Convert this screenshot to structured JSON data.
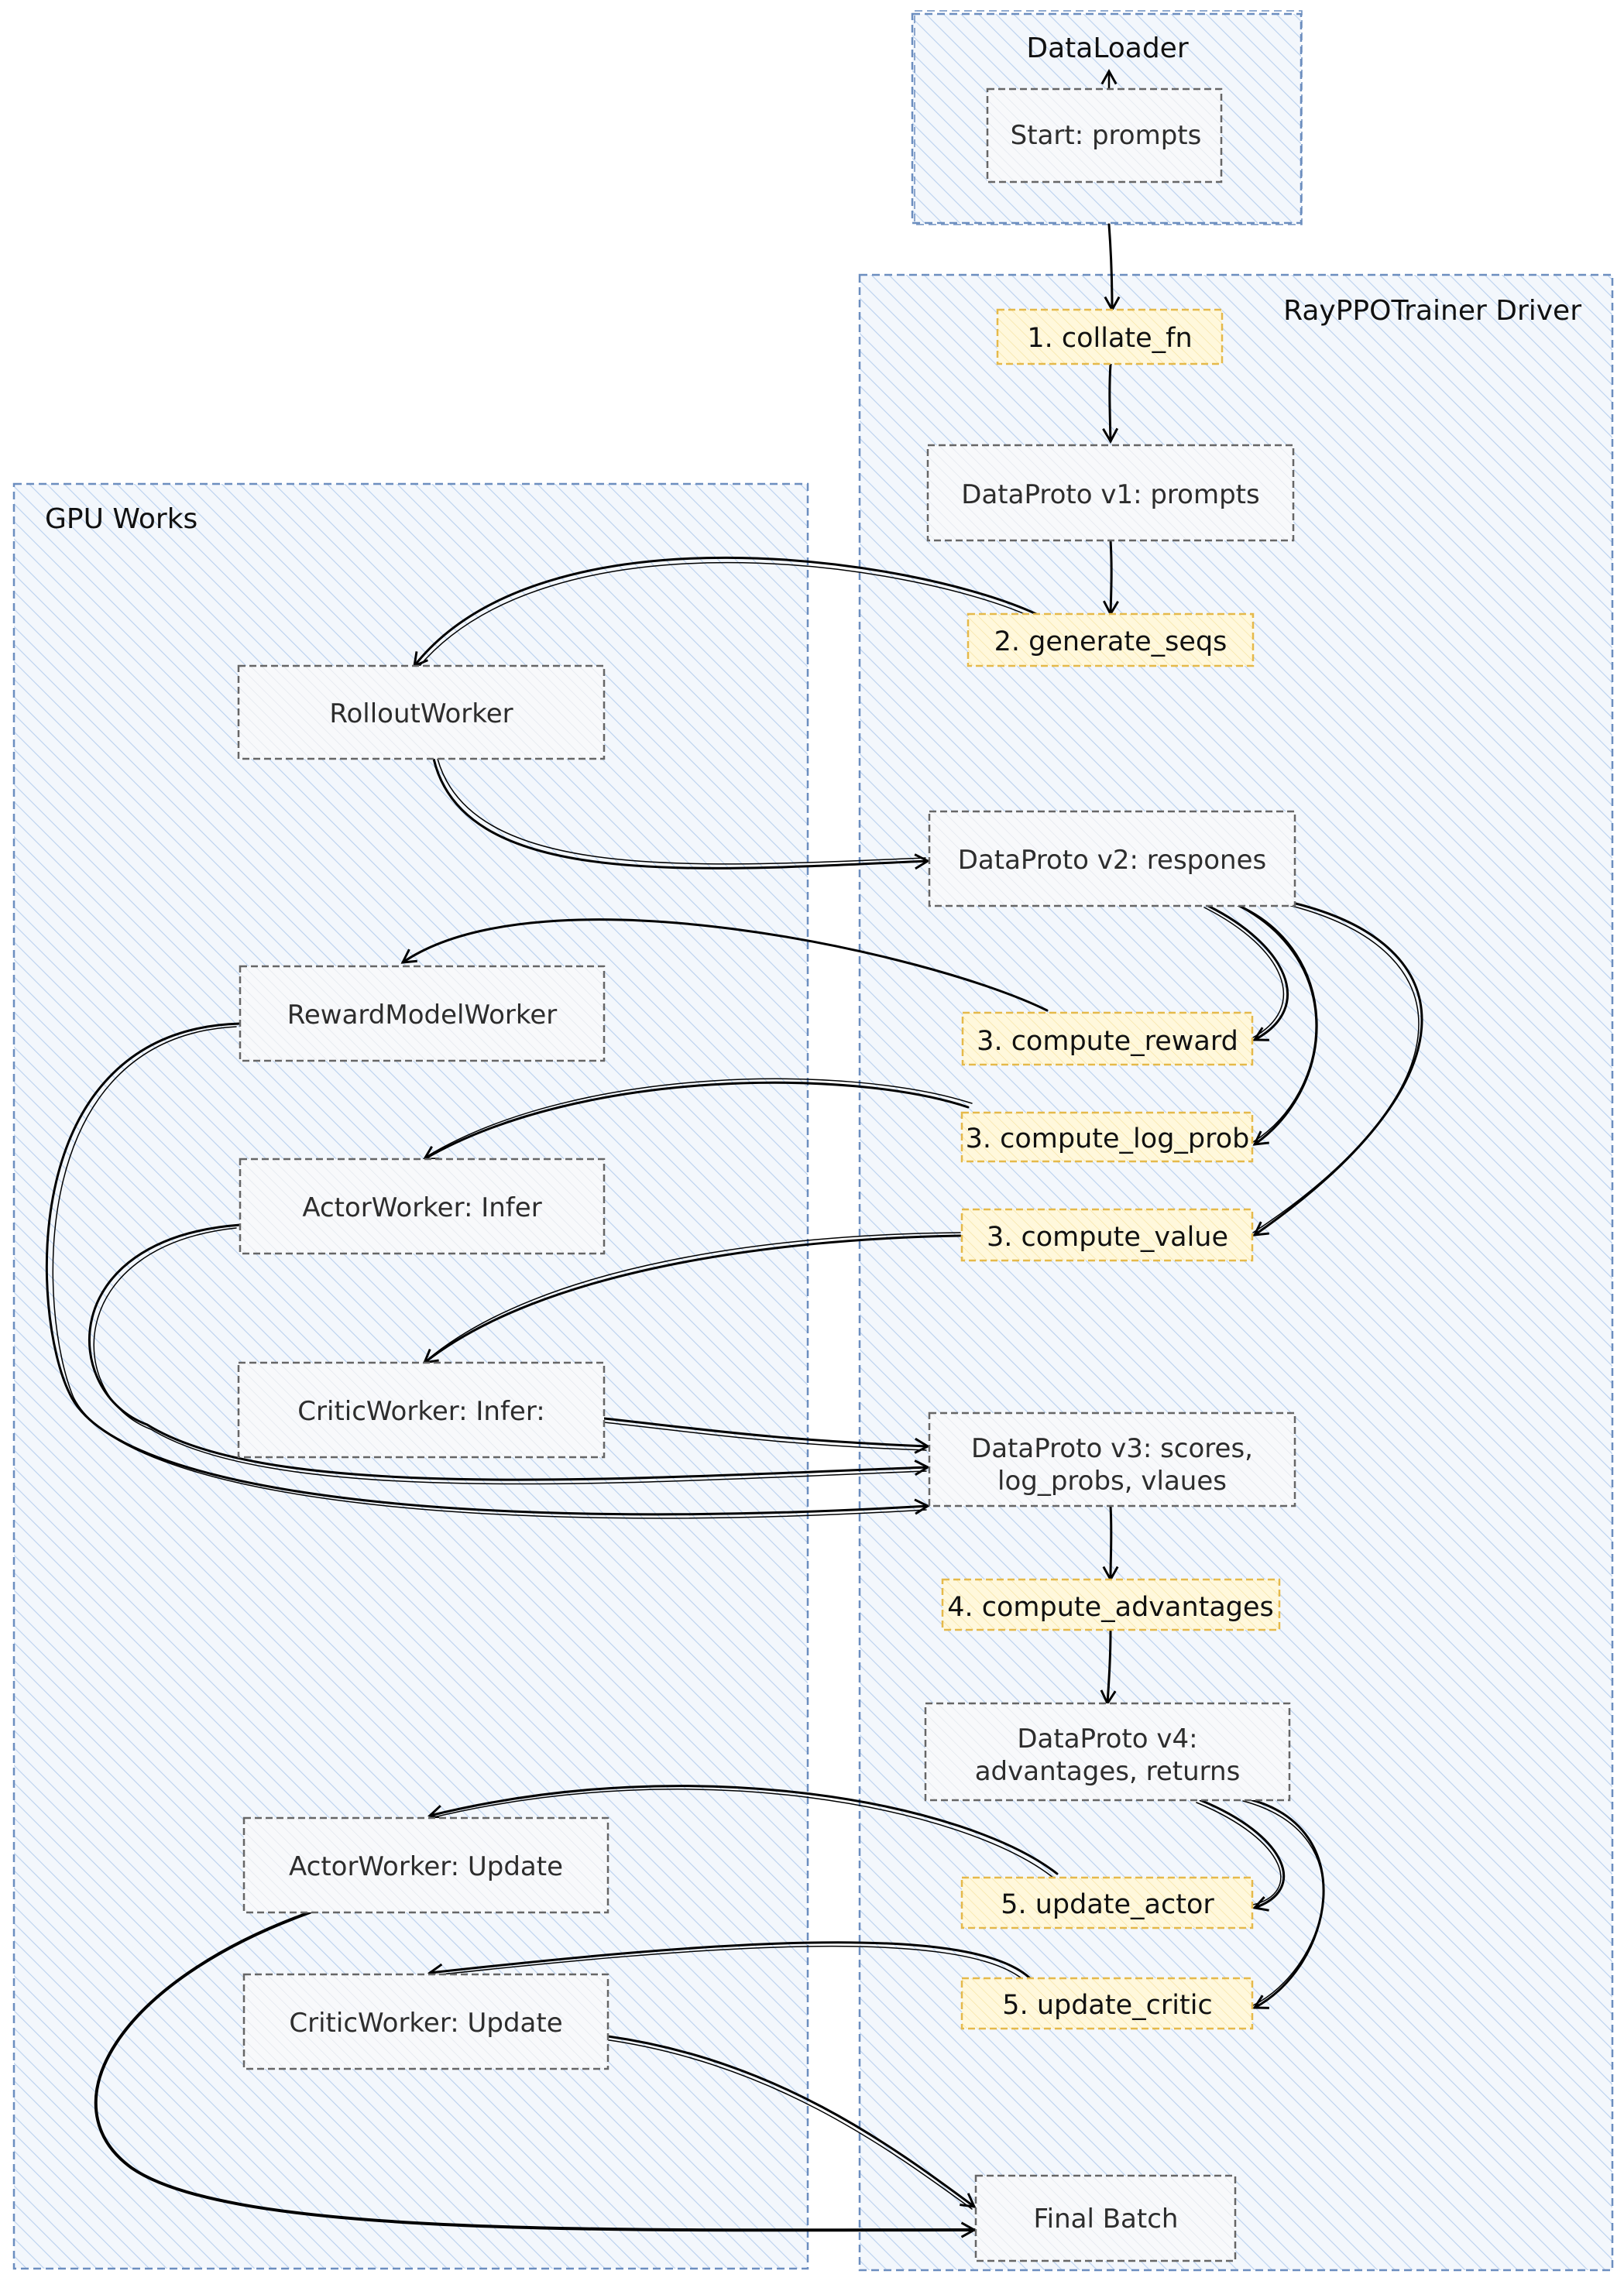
{
  "groups": {
    "dataloader": {
      "label": "DataLoader"
    },
    "driver": {
      "label": "RayPPOTrainer Driver"
    },
    "gpu": {
      "label": "GPU Works"
    }
  },
  "nodes": {
    "start": {
      "label": "Start: prompts"
    },
    "dp_v1": {
      "label": "DataProto v1: prompts"
    },
    "dp_v2": {
      "label": "DataProto v2: respones"
    },
    "dp_v3": {
      "line1": "DataProto v3: scores,",
      "line2": "log_probs, vlaues"
    },
    "dp_v4": {
      "line1": "DataProto v4:",
      "line2": "advantages,  returns"
    },
    "final": {
      "label": "Final Batch"
    },
    "rollout": {
      "label": "RolloutWorker"
    },
    "reward": {
      "label": "RewardModelWorker"
    },
    "actor_infer": {
      "label": "ActorWorker: Infer"
    },
    "critic_infer": {
      "label": "CriticWorker:  Infer:"
    },
    "actor_update": {
      "label": "ActorWorker: Update"
    },
    "critic_update": {
      "label": "CriticWorker:  Update"
    }
  },
  "steps": {
    "collate": {
      "label": "1. collate_fn"
    },
    "generate": {
      "label": "2. generate_seqs"
    },
    "reward": {
      "label": "3. compute_reward"
    },
    "log_prob": {
      "label": "3. compute_log_prob"
    },
    "value": {
      "label": "3. compute_value"
    },
    "advantages": {
      "label": "4. compute_advantages"
    },
    "update_actor": {
      "label": "5. update_actor"
    },
    "update_critic": {
      "label": "5. update_critic"
    }
  },
  "colors": {
    "group_border": "#6c8ebf",
    "group_hatch": "#b9d0ee",
    "node_border": "#666666",
    "step_border": "#e5b94a",
    "step_fill": "#fff6d6",
    "arrow": "#000000"
  }
}
